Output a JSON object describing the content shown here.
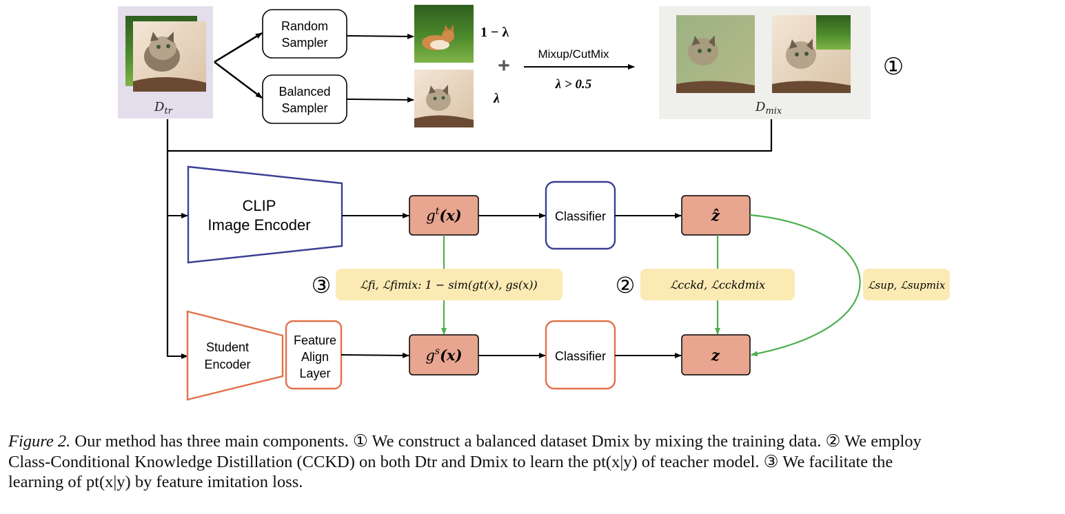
{
  "top": {
    "dataset_label": "D",
    "dataset_sub": "tr",
    "random_sampler": [
      "Random",
      "Sampler"
    ],
    "balanced_sampler": [
      "Balanced",
      "Sampler"
    ],
    "one_minus_lambda": "1 − λ",
    "lambda": "λ",
    "plus": "+",
    "mix_op": "Mixup/CutMix",
    "lambda_cond": "λ > 0.5",
    "mixed_label": "D",
    "mixed_sub": "mix",
    "circle1": "①"
  },
  "teacher": {
    "encoder": [
      "CLIP",
      "Image Encoder"
    ],
    "feature": "g",
    "feature_sup": "t",
    "feature_arg": "(x)",
    "classifier": "Classifier",
    "output": "ẑ"
  },
  "student": {
    "encoder": [
      "Student",
      "Encoder"
    ],
    "align": [
      "Feature",
      "Align",
      "Layer"
    ],
    "feature": "g",
    "feature_sup": "s",
    "feature_arg": "(x)",
    "classifier": "Classifier",
    "output": "z"
  },
  "losses": {
    "circle3": "③",
    "fi_label": "ℒfi, ℒfimix: 1 − sim(gt(x), gs(x))",
    "circle2": "②",
    "cckd_label": "ℒcckd, ℒcckdmix",
    "sup_label": "ℒsup, ℒsupmix"
  },
  "caption": {
    "fig": "Figure 2.",
    "line1": "Our method has three main components. ① We construct a balanced dataset Dmix by mixing the training data. ② We employ",
    "line2": "Class-Conditional Knowledge Distillation (CCKD) on both Dtr and Dmix to learn the pt(x|y) of teacher model. ③ We facilitate the",
    "line3": "learning of pt(x|y) by feature imitation loss."
  },
  "colors": {
    "teacher_border": "#3a3f94",
    "student_border": "#e0704a",
    "feature_fill": "#e8a590",
    "loss_fill": "#fbeab4",
    "green": "#4caf50",
    "dataset_bg": "#e3ddec",
    "mixed_bg": "#efefeb"
  }
}
